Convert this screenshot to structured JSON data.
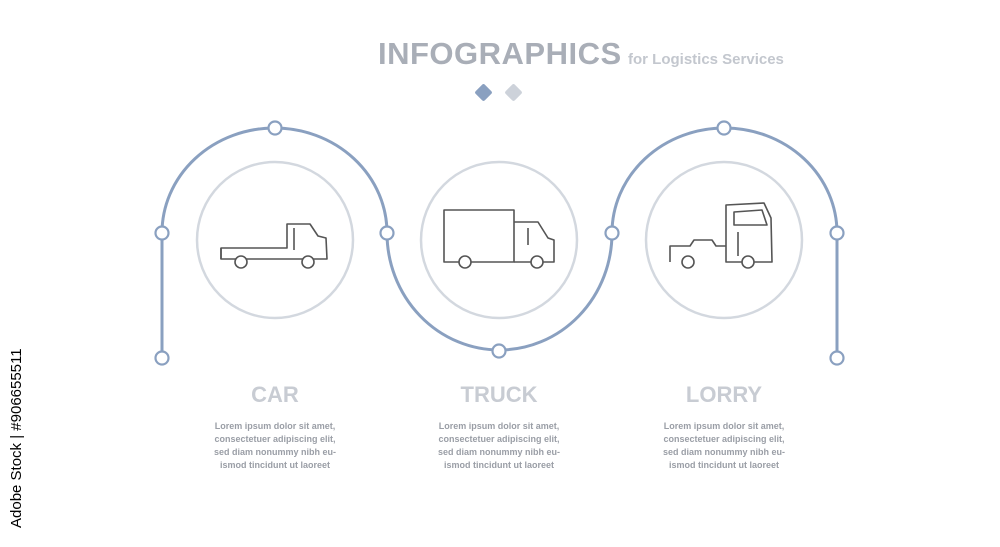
{
  "header": {
    "title": "INFOGRAPHICS",
    "subtitle": "for Logistics Services"
  },
  "colors": {
    "path": "#8aa0c0",
    "circle": "#d3d8df",
    "diamond_primary": "#8aa0c0",
    "diamond_secondary": "#cdd2da",
    "icon_stroke": "#555555"
  },
  "steps": [
    {
      "label": "CAR",
      "icon": "flatbed-truck-icon",
      "description": [
        "Lorem ipsum dolor sit amet,",
        "consectetuer adipiscing elit,",
        "sed diam nonummy nibh eu-",
        "ismod tincidunt ut laoreet"
      ]
    },
    {
      "label": "TRUCK",
      "icon": "box-truck-icon",
      "description": [
        "Lorem ipsum dolor sit amet,",
        "consectetuer adipiscing elit,",
        "sed diam nonummy nibh eu-",
        "ismod tincidunt ut laoreet"
      ]
    },
    {
      "label": "LORRY",
      "icon": "tractor-unit-icon",
      "description": [
        "Lorem ipsum dolor sit amet,",
        "consectetuer adipiscing elit,",
        "sed diam nonummy nibh eu-",
        "ismod tincidunt ut laoreet"
      ]
    }
  ],
  "watermark": "Adobe Stock | #906655511"
}
